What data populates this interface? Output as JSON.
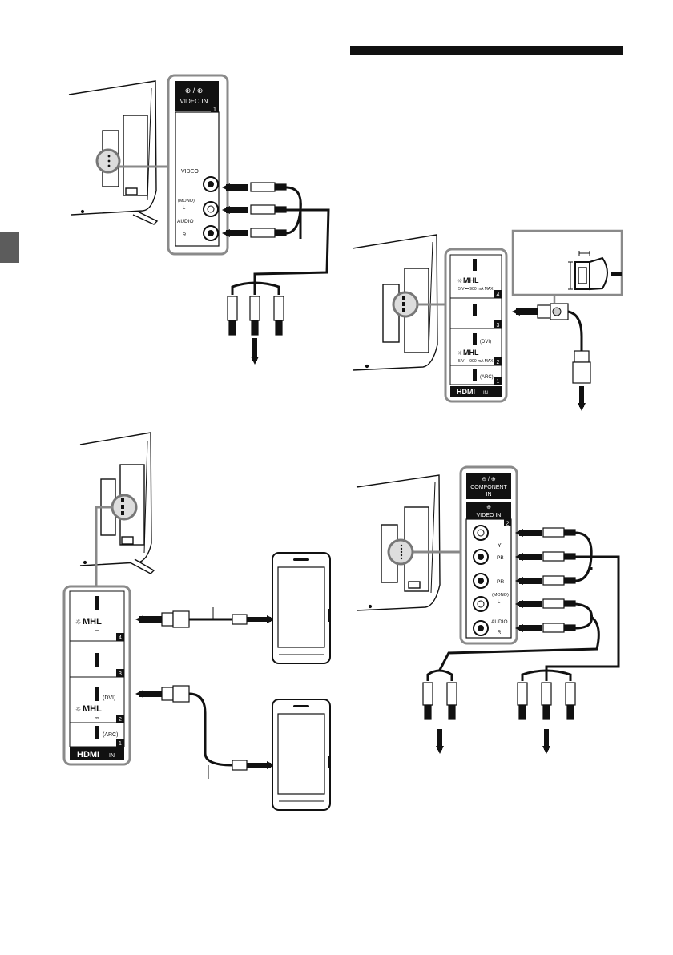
{
  "video_panel": {
    "header_glyph": "⊕ / ⊕",
    "title": "VIDEO IN",
    "slot_number": "1",
    "video_label": "VIDEO",
    "mono_label": "(MONO)",
    "l_label": "L",
    "audio_label": "AUDIO",
    "r_label": "R"
  },
  "hdmi_panel_top": {
    "ports": [
      {
        "number": "4",
        "mhl": "MHL",
        "mhl_spec": "5 V ⎓ 900 mA MAX",
        "tag": ""
      },
      {
        "number": "3",
        "mhl": "",
        "mhl_spec": "",
        "tag": ""
      },
      {
        "number": "2",
        "mhl": "MHL",
        "mhl_spec": "5 V ⎓ 900 mA MAX",
        "tag": "(DVI)"
      },
      {
        "number": "1",
        "mhl": "",
        "mhl_spec": "",
        "tag": "(ARC)"
      }
    ],
    "logo": "HDMI",
    "logo_suffix": "IN"
  },
  "hdmi_panel_bottom": {
    "ports": [
      {
        "number": "4",
        "mhl": "MHL",
        "mhl_spec": "⎓",
        "tag": ""
      },
      {
        "number": "3",
        "mhl": "",
        "mhl_spec": "",
        "tag": ""
      },
      {
        "number": "2",
        "mhl": "MHL",
        "mhl_spec": "⎓",
        "tag": "(DVI)"
      },
      {
        "number": "1",
        "mhl": "",
        "mhl_spec": "",
        "tag": "(ARC)"
      }
    ],
    "logo": "HDMI",
    "logo_suffix": "IN"
  },
  "component_panel": {
    "header_glyph": "⊖ / ⊕",
    "title_1": "COMPONENT",
    "title_2": "IN",
    "video_glyph": "⊕",
    "video_title": "VIDEO IN",
    "slot_number": "2",
    "y_label": "Y",
    "pb_label": "PB",
    "pr_label": "PR",
    "mono_label": "(MONO)",
    "l_label": "L",
    "audio_label": "AUDIO",
    "r_label": "R"
  },
  "colors": {
    "ink": "#111111",
    "panel_border": "#8a8a8a",
    "tab": "#5c5c5c",
    "header_bar": "#111111"
  }
}
